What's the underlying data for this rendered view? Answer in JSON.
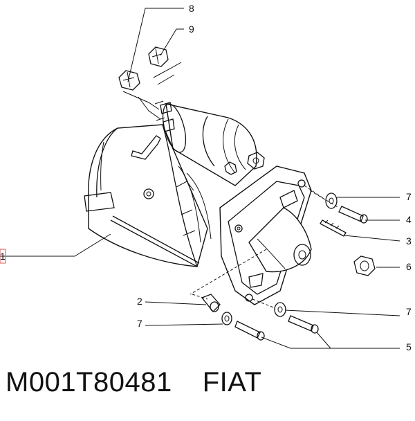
{
  "diagram": {
    "callouts": {
      "c1": "1",
      "c2": "2",
      "c3": "3",
      "c4": "4",
      "c5": "5",
      "c6": "6",
      "c7a": "7",
      "c7b": "7",
      "c7c": "7",
      "c8": "8",
      "c9": "9"
    },
    "highlight_color": "#e05050"
  },
  "caption": {
    "code": "M001T80481",
    "brand": "FIAT"
  }
}
